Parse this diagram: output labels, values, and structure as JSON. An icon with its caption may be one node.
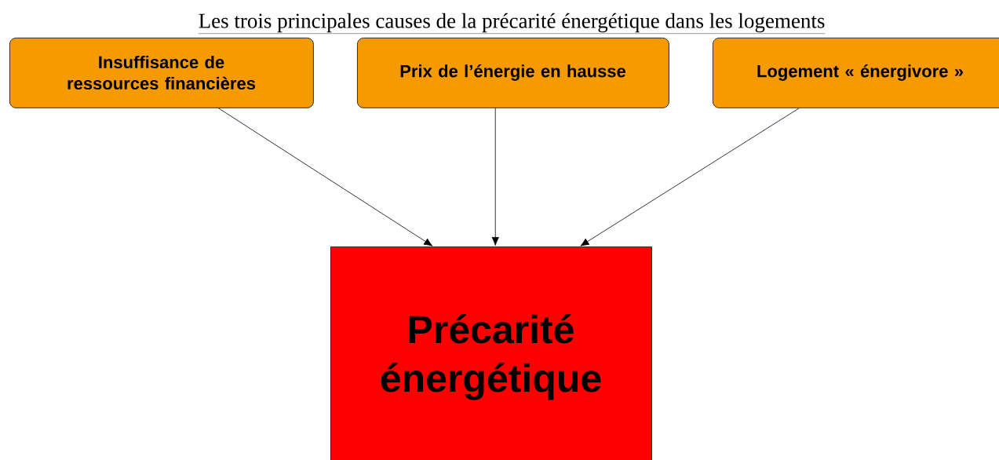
{
  "diagram": {
    "title": "Les trois principales causes de la précarité énergétique dans les logements",
    "nodes": [
      {
        "text": [
          "Insuffisance de ressources financières"
        ]
      },
      {
        "text": [
          "Prix de l’énergie en hausse"
        ]
      },
      {
        "text": [
          "Logement « énergivore »"
        ]
      },
      {
        "text": [
          "Précarité énergétique"
        ]
      }
    ],
    "edges": [
      {
        "from": 0,
        "to": 3,
        "arrow": "to"
      },
      {
        "from": 1,
        "to": 3,
        "arrow": "to"
      },
      {
        "from": 2,
        "to": 3,
        "arrow": "to"
      }
    ]
  }
}
